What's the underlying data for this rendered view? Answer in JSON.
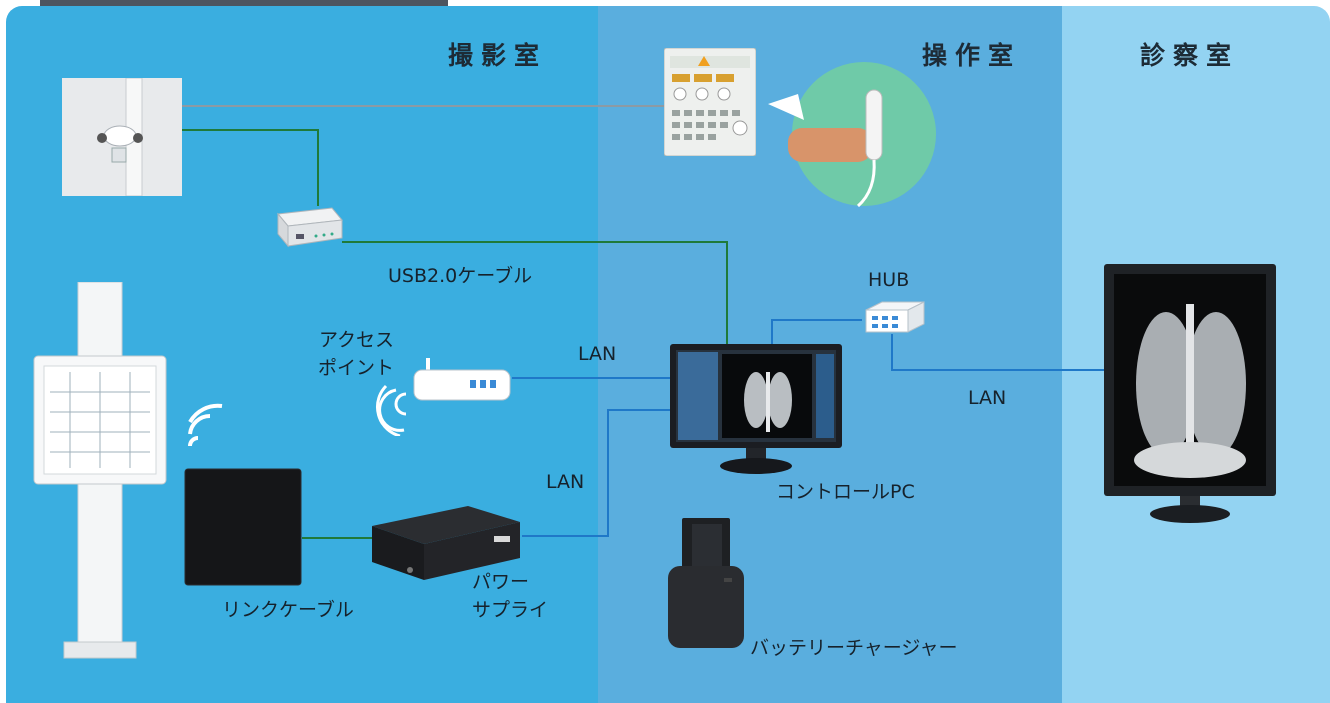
{
  "rooms": {
    "room1": "撮影室",
    "room2": "操作室",
    "room3": "診察室"
  },
  "labels": {
    "usb_cable": "USB2.0ケーブル",
    "access_point": "アクセス\nポイント",
    "lan_1": "LAN",
    "lan_2": "LAN",
    "lan_3": "LAN",
    "hub": "HUB",
    "control_pc": "コントロールPC",
    "link_cable": "リンクケーブル",
    "power_supply": "パワー\nサプライ",
    "battery_charger": "バッテリーチャージャー"
  },
  "colors": {
    "room_bg": "#3aaee0",
    "operation_bg": "#5aaede",
    "exam_bg": "#93d3f2",
    "green_wire": "#1f7a3a",
    "lan_wire": "#1f78c8",
    "gray_wire": "#8c9aa4"
  },
  "icons": [
    "xray-stand-closeup",
    "interface-box",
    "xray-control-console",
    "hand-exposure-switch",
    "detector-stand",
    "wifi-icon",
    "flat-panel-detector",
    "power-supply-box",
    "wireless-access-point",
    "control-pc-monitor",
    "network-hub",
    "diagnostic-monitor",
    "battery-charger"
  ]
}
